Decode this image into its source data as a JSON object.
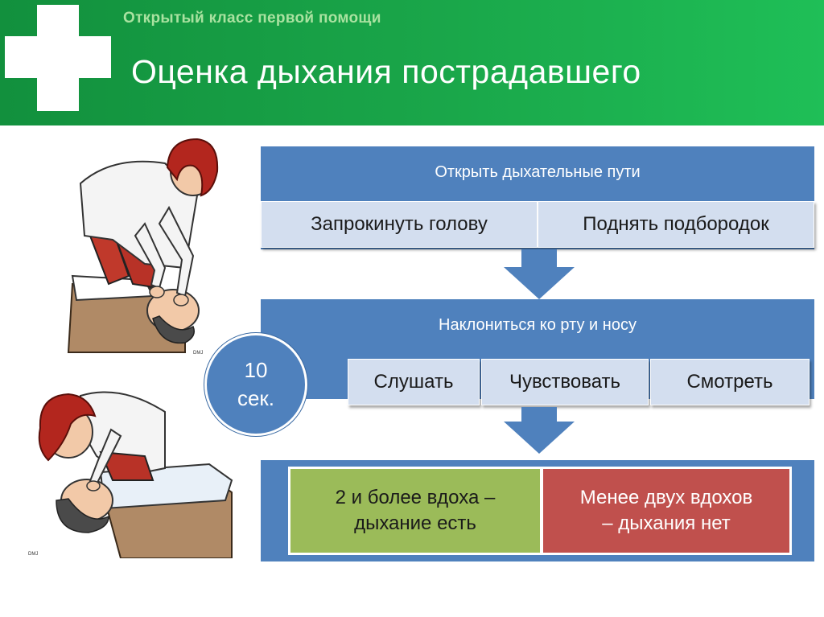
{
  "header": {
    "subtitle": "Открытый класс первой помощи",
    "title": "Оценка дыхания пострадавшего"
  },
  "step1": {
    "title": "Открыть дыхательные пути",
    "options": [
      "Запрокинуть голову",
      "Поднять подбородок"
    ]
  },
  "step2": {
    "title": "Наклониться ко рту и носу",
    "options": [
      "Слушать",
      "Чувствовать",
      "Смотреть"
    ]
  },
  "timer": {
    "value": "10",
    "unit": "сек."
  },
  "results": {
    "positive": {
      "line1": "2 и более вдоха –",
      "line2": "дыхание есть",
      "color": "#9bbb59"
    },
    "negative": {
      "line1": "Менее двух вдохов",
      "line2": "– дыхания нет",
      "color": "#c0504d"
    }
  },
  "colors": {
    "header": "#1aa74a",
    "diagram": "#4f81bd",
    "cell": "#d3deef"
  }
}
